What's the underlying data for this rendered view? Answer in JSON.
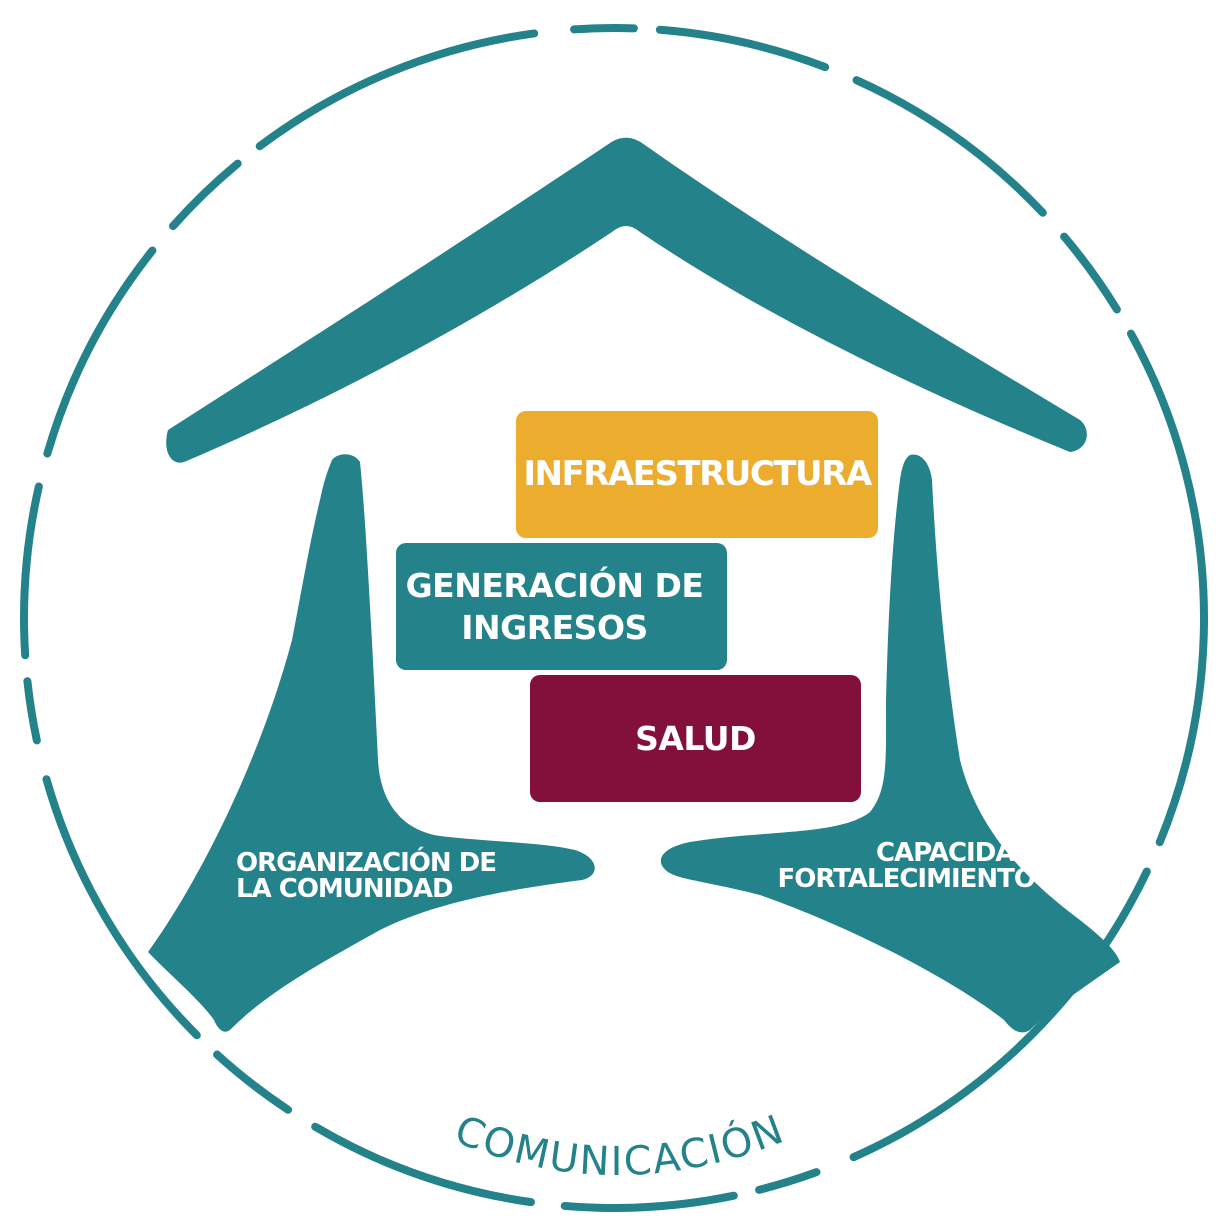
{
  "boxes": {
    "infraestructura": "INFRAESTRUCTURA",
    "generacion_line1": "GENERACIÓN DE",
    "generacion_line2": "INGRESOS",
    "salud": "SALUD"
  },
  "hands": {
    "left_line1": "ORGANIZACIÓN DE",
    "left_line2": "LA COMUNIDAD",
    "right_line1": "CAPACIDAD",
    "right_line2": "FORTALECIMIENTO"
  },
  "bottom_label": "COMUNICACIÓN",
  "colors": {
    "teal": "#23828A",
    "orange": "#ECAC2E",
    "maroon": "#83103A",
    "white": "#FFFFFF"
  }
}
